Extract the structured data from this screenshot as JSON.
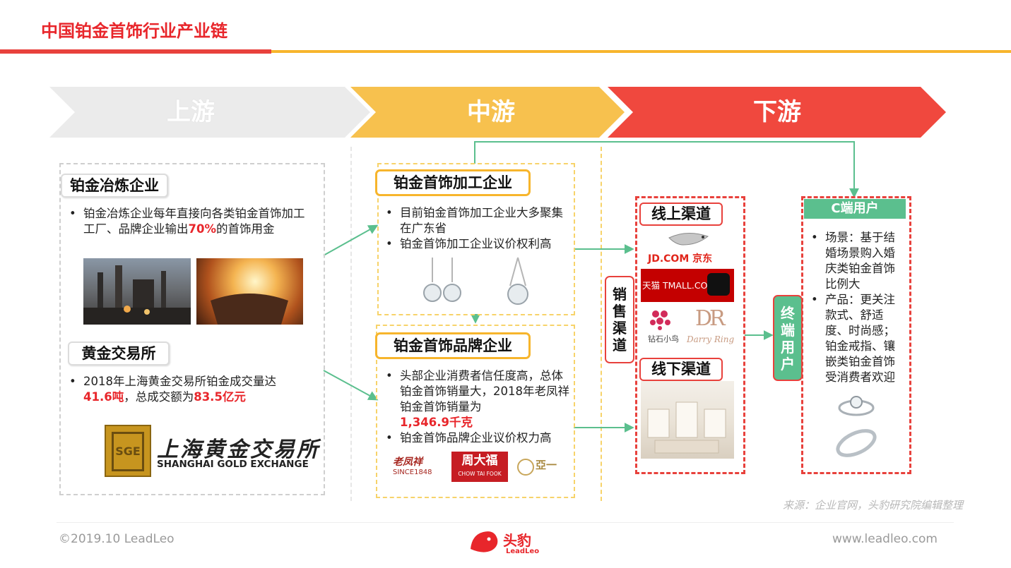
{
  "page": {
    "title": "中国铂金首饰行业产业链"
  },
  "stages": {
    "upstream": "上游",
    "midstream": "中游",
    "downstream": "下游"
  },
  "upstream": {
    "smelting": {
      "tag": "铂金冶炼企业",
      "bullet_a": "铂金冶炼企业每年直接向各类铂金首饰加工工厂、品牌企业输出",
      "bullet_hl": "70%",
      "bullet_b": "的首饰用金"
    },
    "exchange": {
      "tag": "黄金交易所",
      "bullet_a": "2018年上海黄金交易所铂金成交量达",
      "hl1": "41.6吨",
      "bullet_mid": "，总成交额为",
      "hl2": "83.5亿元",
      "logo_cn": "上海黄金交易所",
      "logo_en": "SHANGHAI GOLD EXCHANGE",
      "logo_mark": "SGE"
    }
  },
  "midstream": {
    "processing": {
      "tag": "铂金首饰加工企业",
      "bullets": [
        "目前铂金首饰加工企业大多聚集在广东省",
        "铂金首饰加工企业议价权利高"
      ]
    },
    "brand": {
      "tag": "铂金首饰品牌企业",
      "bullet1_a": "头部企业消费者信任度高，总体铂金首饰销量大，2018年老凤祥铂金首饰销量为",
      "bullet1_hl": "1,346.9千克",
      "bullet2": "铂金首饰品牌企业议价权力高",
      "logos": {
        "lfx": "老凤祥",
        "lfx_sub": "SINCE1848",
        "ctf": "周大福",
        "ctf_en": "CHOW TAI FOOK",
        "ya": "亞一"
      }
    }
  },
  "downstream": {
    "sales_channel_label": "销售渠道",
    "online": {
      "tag": "线上渠道",
      "jd": "JD.COM 京东",
      "tmall": "天猫 TMALL.COM",
      "zbxn": "钻石小鸟",
      "dr_mark": "DR",
      "dr": "Darry Ring"
    },
    "offline": {
      "tag": "线下渠道"
    },
    "end_user_label": "终端用户",
    "consumer": {
      "tag": "C端用户",
      "bullets": [
        "场景：基于结婚场景购入婚庆类铂金首饰比例大",
        "产品：更关注款式、舒适度、时尚感；铂金戒指、镶嵌类铂金首饰受消费者欢迎"
      ]
    }
  },
  "footer": {
    "source": "来源：企业官网，头豹研究院编辑整理",
    "copyright": "©2019.10 LeadLeo",
    "brand_cn": "头豹",
    "brand_en": "LeadLeo",
    "url": "www.leadleo.com"
  },
  "colors": {
    "red": "#e8413c",
    "yellow": "#f7b52c",
    "green": "#5bbf8e",
    "gray_chevron": "#ebebeb"
  }
}
